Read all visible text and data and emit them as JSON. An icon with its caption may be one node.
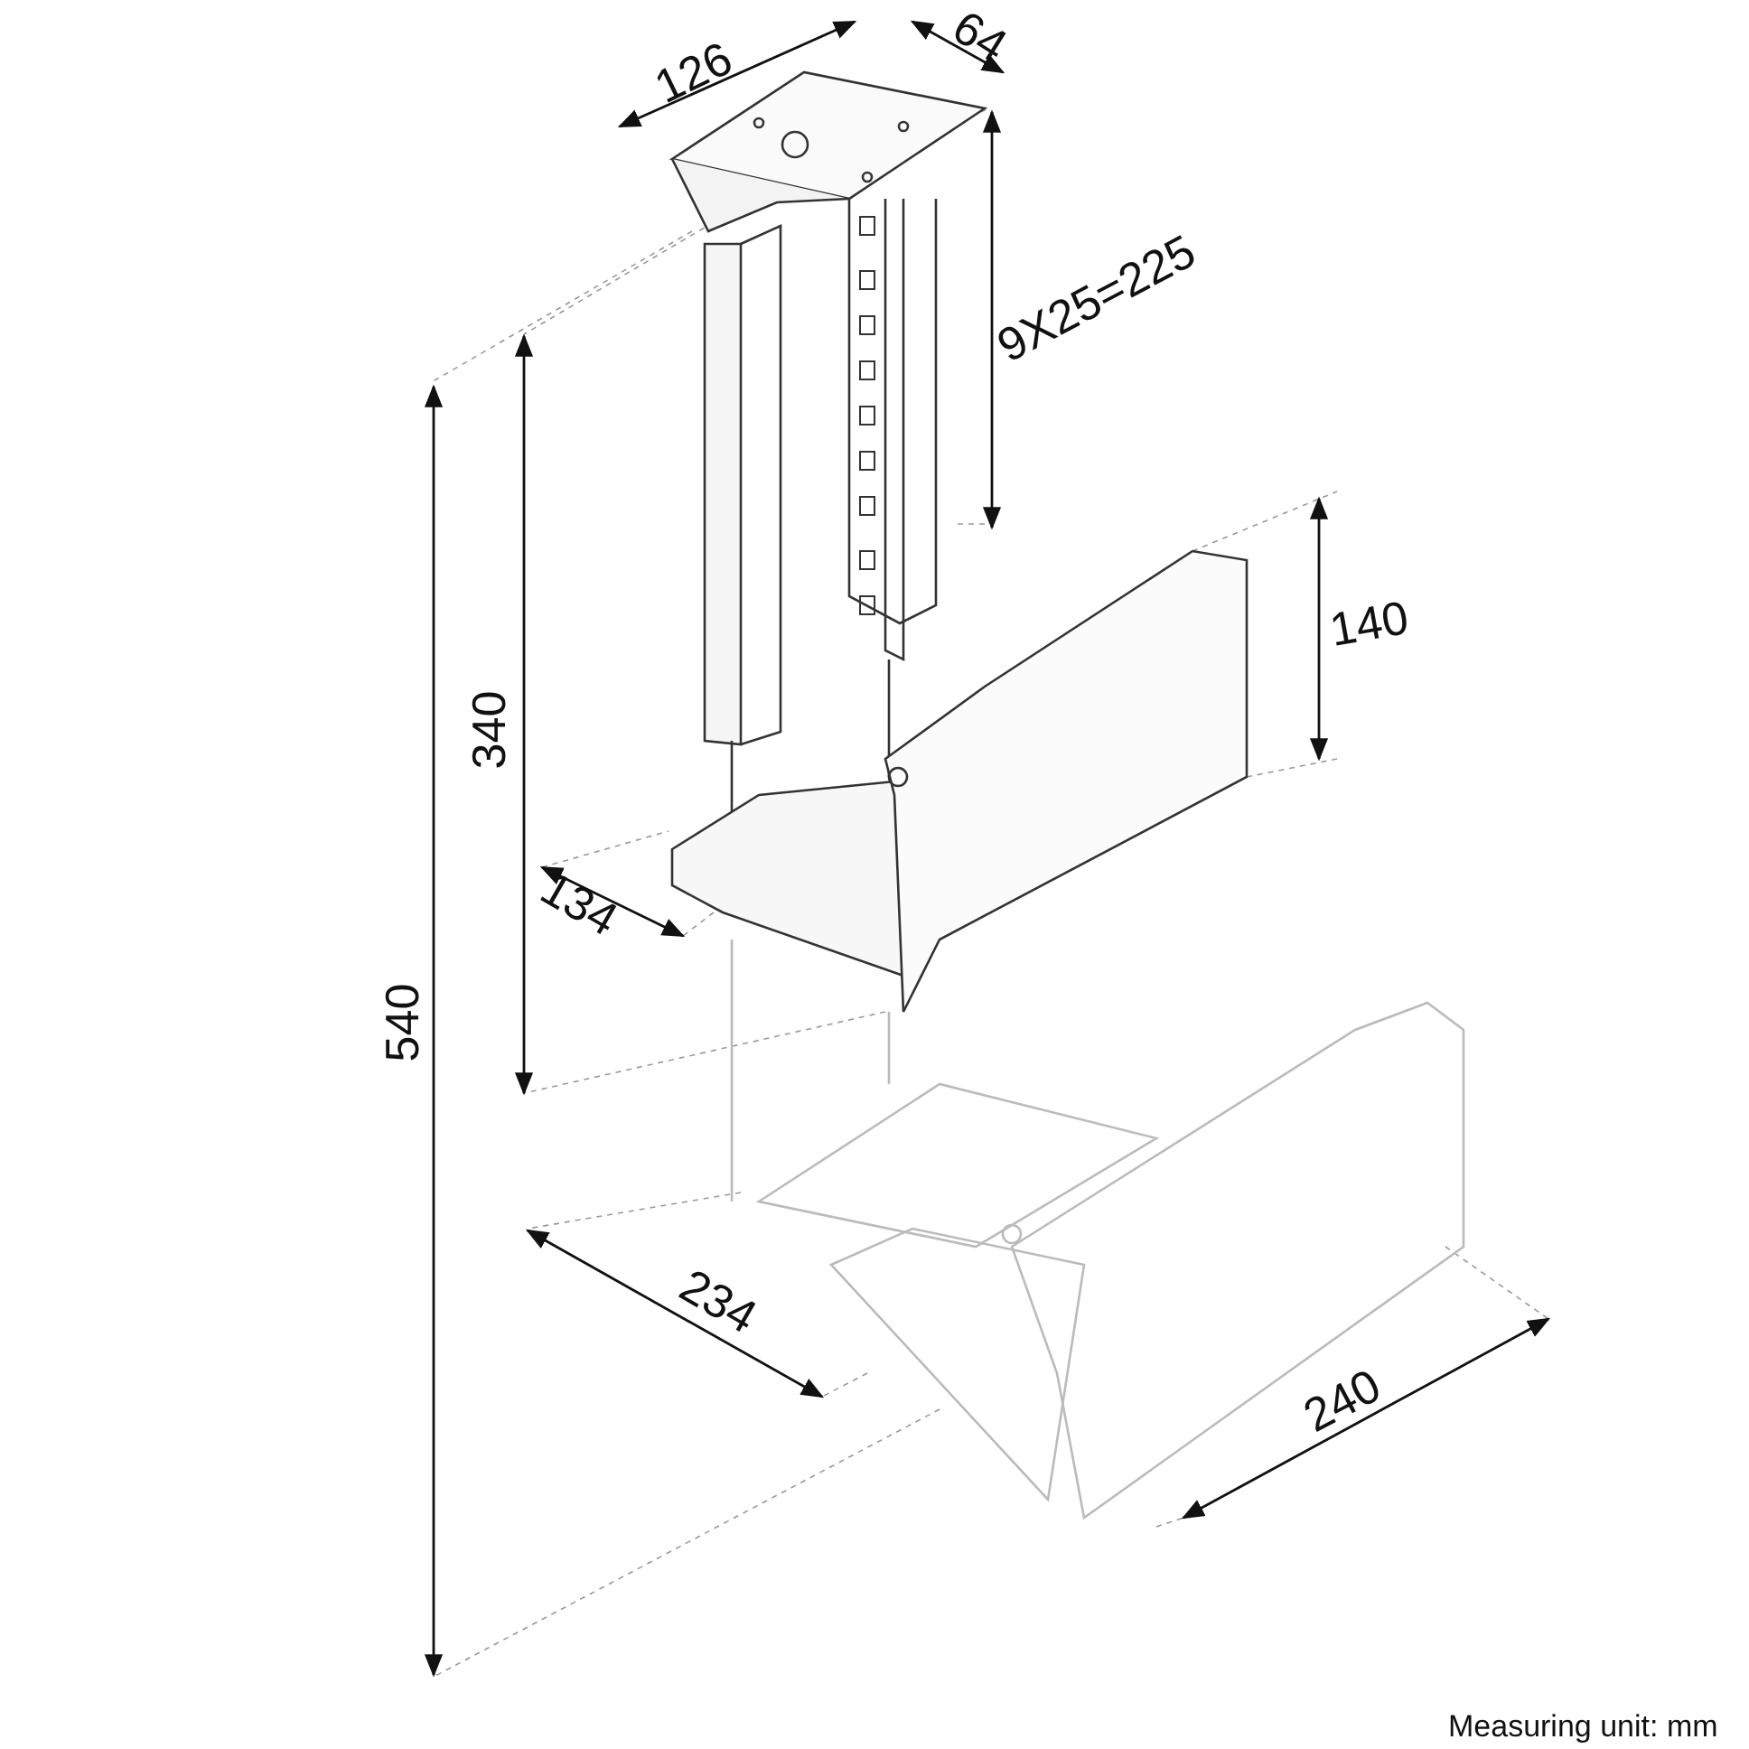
{
  "diagram": {
    "labels": [
      "126",
      "64",
      "9X25=225",
      "140",
      "340",
      "134",
      "540",
      "234",
      "240",
      "Measuring unit: mm"
    ]
  }
}
